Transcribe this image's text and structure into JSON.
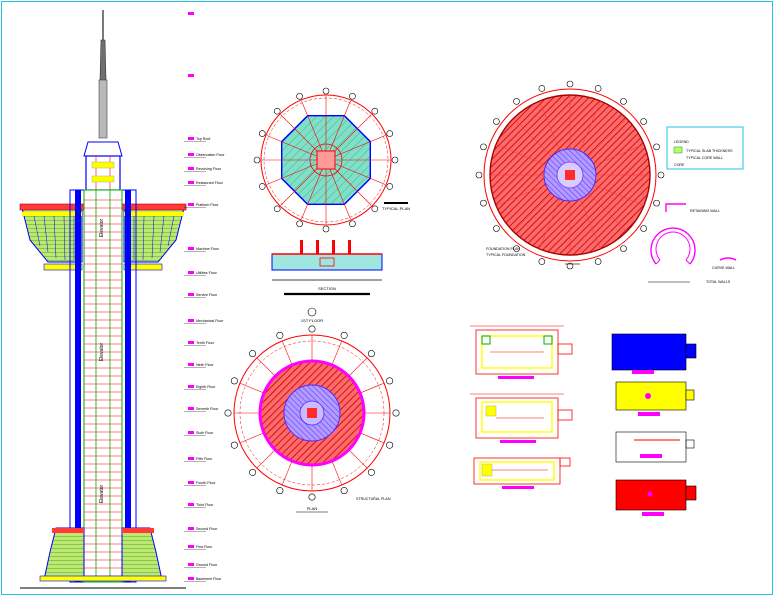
{
  "colors": {
    "border": "#22c4e0",
    "structure": "#0000ff",
    "grid_axis": "#ff0000",
    "hatch": "#cc0000",
    "slab_fill": "#ff5a5a",
    "core_fill": "#a07cff",
    "floor_fill": "#7fe0c8",
    "yellow": "#ffff00",
    "green": "#00b000",
    "magenta": "#ff00ff",
    "text": "#000000"
  },
  "tower_elevation": {
    "core_label_upper": "Elevator",
    "core_label_middle": "Elevator",
    "core_label_lower": "Elevator",
    "levels": [
      "Top Roof",
      "Observation Floor",
      "Revolving Floor",
      "Restaurant Floor",
      "Platform Floor",
      "Machine Floor",
      "Utilities Floor",
      "Service Floor",
      "Mechanical Floor",
      "Tenth Floor",
      "Ninth Floor",
      "Eighth Floor",
      "Seventh Floor",
      "Sixth Floor",
      "Fifth Floor",
      "Fourth Floor",
      "Third Floor",
      "Second Floor",
      "First Floor",
      "Ground Floor",
      "Basement Floor"
    ]
  },
  "plans": {
    "top_plan_note": "TYPICAL PLAN",
    "section_note": "SECTION",
    "round_plan_note_1": "FOUNDATION PLAN",
    "round_plan_note_2": "TYPICAL FOUNDATION",
    "legend_title": "LEGEND",
    "legend_row_1": "TYPICAL SLAB THICKNESS",
    "legend_row_2": "TYPICAL CORE WALL",
    "legend_row_3": "CORE",
    "ring_plan_caption": "1ST FLOOR",
    "ring_plan_title": "PLAN",
    "ring_plan_note": "STRUCTURAL PLAN",
    "arc_label_1": "RETAINING WALL",
    "arc_label_2": "CURVE WALL",
    "arc_label_3": "TOTAL WALLS"
  }
}
